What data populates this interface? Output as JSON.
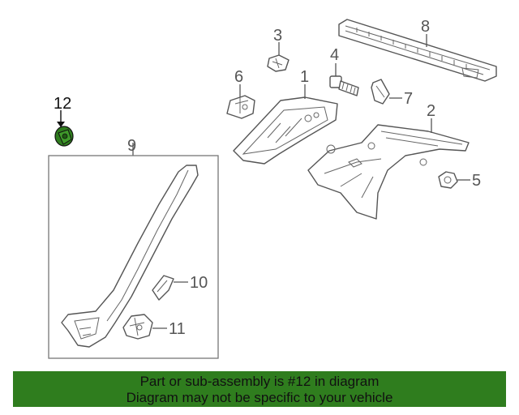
{
  "diagram": {
    "callouts": {
      "c1": "1",
      "c2": "2",
      "c3": "3",
      "c4": "4",
      "c5": "5",
      "c6": "6",
      "c7": "7",
      "c8": "8",
      "c9": "9",
      "c10": "10",
      "c11": "11",
      "c12": "12"
    },
    "highlight_color": "#2f7d1e"
  },
  "banner": {
    "line1": "Part or sub-assembly is #12 in diagram",
    "line2": "Diagram may not be specific to your vehicle"
  }
}
